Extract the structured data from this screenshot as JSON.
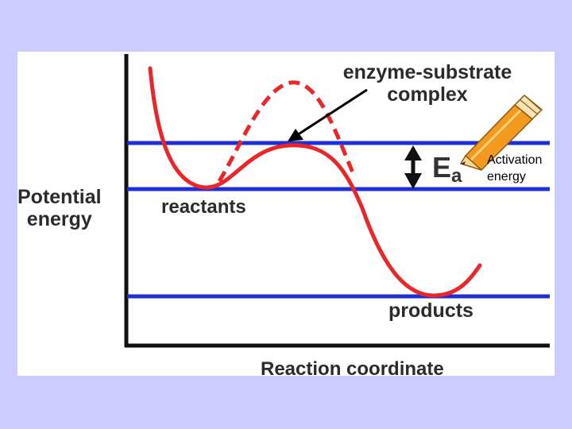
{
  "diagram": {
    "y_axis_label_line1": "Potential",
    "y_axis_label_line2": "energy",
    "x_axis_label": "Reaction coordinate",
    "complex_label_line1": "enzyme-substrate",
    "complex_label_line2": "complex",
    "reactants_label": "reactants",
    "products_label": "products",
    "ea_symbol": "E",
    "ea_subscript": "a",
    "annotation_line1": "Activation",
    "annotation_line2": "energy"
  },
  "colors": {
    "background": "#ccccff",
    "panel": "#ffffff",
    "curve": "#e8272a",
    "levels": "#1f2fd6",
    "axes": "#111111",
    "pencil": "#f39a1e"
  },
  "icons": [
    "pencil-icon",
    "double-arrow-icon",
    "pointer-arrow-icon"
  ]
}
